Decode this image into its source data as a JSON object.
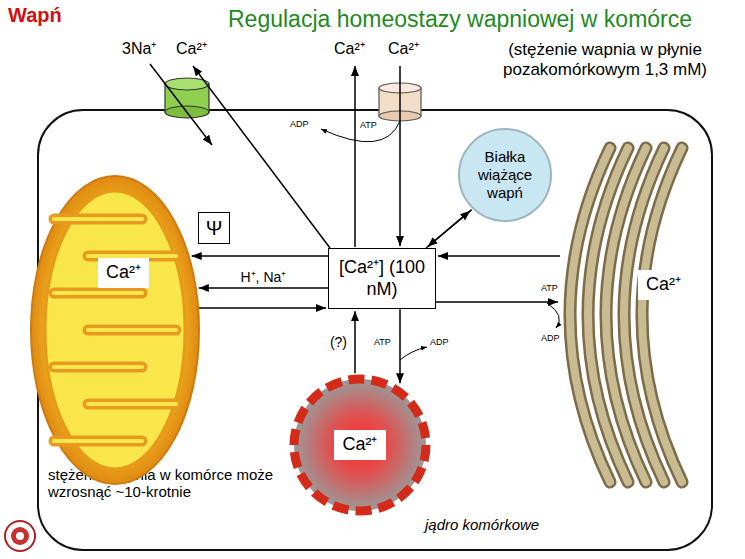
{
  "diagram": {
    "title": "Regulacja homeostazy wapniowej w komórce",
    "nodes": [
      {
        "text": [
          "Białka wiążące wapń"
        ]
      },
      {
        "text": [
          "Ψ"
        ]
      },
      {
        "text": [
          "[Ca²⁺] (100 nM)"
        ]
      },
      {
        "text": [
          "Ca²⁺"
        ]
      },
      {
        "text": [
          "Ca²⁺"
        ]
      },
      {
        "text": [
          "Ca²⁺"
        ]
      }
    ],
    "edges": [
      {
        "from": 2,
        "to": 3,
        "arrow": "to"
      },
      {
        "from": 2,
        "to": 3,
        "label": "H⁺, Na⁺",
        "arrow": "to"
      },
      {
        "from": 3,
        "to": 2,
        "arrow": "to"
      },
      {
        "from": 2,
        "to": 0,
        "arrow": "to"
      },
      {
        "from": 0,
        "to": 2,
        "arrow": "to"
      },
      {
        "from": 4,
        "to": 2,
        "arrow": "to"
      },
      {
        "from": 2,
        "to": 4,
        "arrow": "to"
      },
      {
        "from": 2,
        "to": 5,
        "arrow": "to"
      },
      {
        "from": 5,
        "to": 2,
        "label": "(?)",
        "arrow": "to"
      }
    ],
    "labels": [
      "Wapń",
      "(stężenie wapnia w płynie pozakomórkowym 1,3 mM)",
      "3Na⁺",
      "Ca²⁺",
      "Ca²⁺",
      "Ca²⁺",
      "ADP",
      "ATP",
      "ATP",
      "ADP",
      "ATP",
      "ADP",
      "stężenie wapnia w komórce może wzrosnąć ~10-krotnie",
      "jądro komórkowe"
    ]
  }
}
